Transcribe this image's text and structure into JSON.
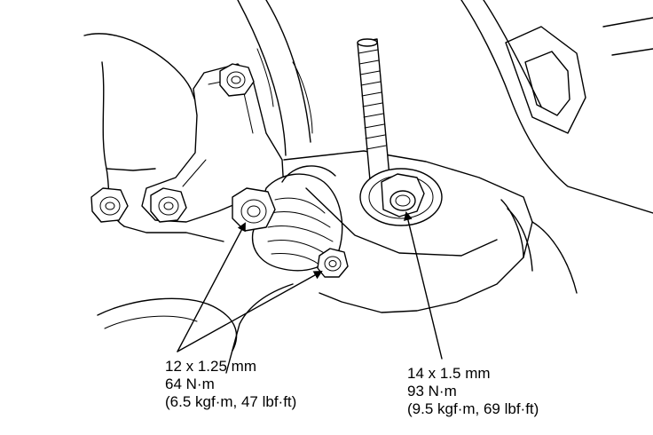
{
  "callouts": {
    "left": {
      "size": "12 x 1.25 mm",
      "torque_nm": "64 N·m",
      "torque_alt": "(6.5 kgf·m, 47 lbf·ft)"
    },
    "right": {
      "size": "14 x 1.5 mm",
      "torque_nm": "93 N·m",
      "torque_alt": "(9.5 kgf·m, 69 lbf·ft)"
    }
  }
}
